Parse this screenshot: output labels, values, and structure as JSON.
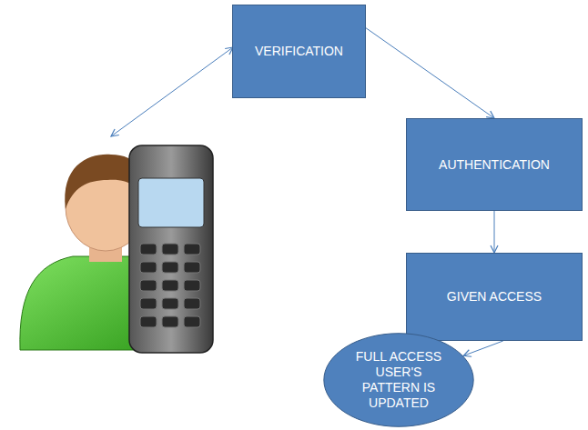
{
  "diagram": {
    "nodes": [
      {
        "text": [
          "VERIFICATION"
        ]
      },
      {
        "text": [
          "AUTHENTICATION"
        ]
      },
      {
        "text": [
          "GIVEN ACCESS"
        ]
      },
      {
        "text": [
          "FULL ACCESS USER'S PATTERN IS UPDATED"
        ]
      }
    ],
    "edges": [
      {
        "from": 0,
        "to": 1,
        "arrow": "to"
      },
      {
        "from": 1,
        "to": 2,
        "arrow": "to"
      },
      {
        "from": 2,
        "to": 3,
        "arrow": "to"
      }
    ]
  }
}
